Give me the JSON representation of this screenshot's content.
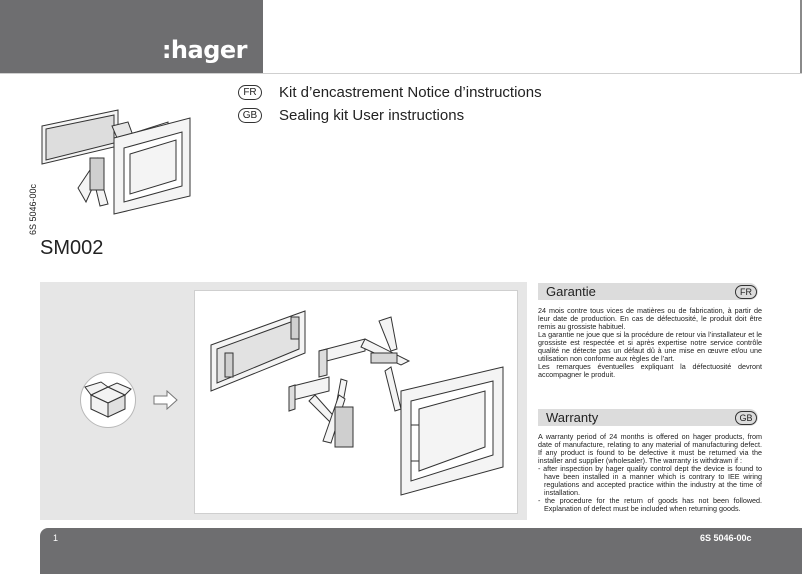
{
  "brand": {
    "logo_text": ":hager"
  },
  "titles": [
    {
      "lang": "FR",
      "text": "Kit d’encastrement  Notice d’instructions"
    },
    {
      "lang": "GB",
      "text": "Sealing kit User instructions"
    }
  ],
  "doc_ref": "6S 5046-00c",
  "product_code": "SM002",
  "sections": {
    "fr": {
      "title": "Garantie",
      "lang": "FR",
      "paragraphs": [
        "24 mois contre tous vices de matières ou de fabrication, à partir de leur date de production. En cas de défectuosité, le produit doit être remis au grossiste habituel.",
        "La garantie ne joue que si la procédure de retour via l’installateur et le grossiste est respectée et si après expertise notre service contrôle qualité ne détecte pas un défaut dû à une mise en œuvre et/ou une utilisation non conforme aux règles de l’art.",
        "Les remarques éventuelles expliquant la défectuosité devront accompagner le produit."
      ]
    },
    "gb": {
      "title": "Warranty",
      "lang": "GB",
      "intro": "A warranty period of 24 months is offered on hager products, from date of manufacture, relating to any material of manufacturing defect. If any product is found to be defective it must be returned via the installer and supplier (wholesaler). The warranty is withdrawn if :",
      "items": [
        "- after inspection by hager quality control dept the device is found to have been installed in a manner which is contrary to IEE wiring regulations and accepted practice within the industry at the time of installation.",
        "- the procedure for the return of goods has not been followed. Explanation of defect must be included when returning goods."
      ]
    }
  },
  "footer": {
    "page_number": "1",
    "doc_ref": "6S 5046-00c"
  },
  "colors": {
    "brand_gray": "#6e6e70",
    "panel_gray": "#e6e6e6",
    "header_gray": "#dcdcdc"
  },
  "icons": [
    "package-box-icon",
    "arrow-right-icon"
  ]
}
